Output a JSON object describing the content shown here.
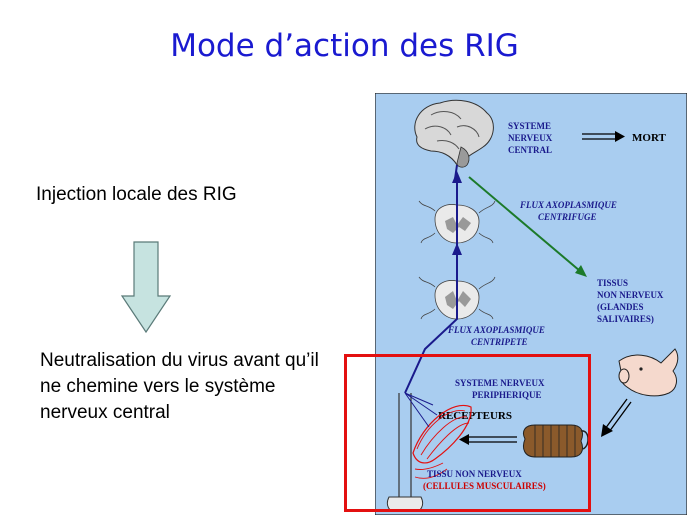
{
  "slide": {
    "title": "Mode d’action des RIG",
    "step1": "Injection locale des RIG",
    "step2": "Neutralisation du virus avant qu’il ne chemine vers le système nerveux central"
  },
  "diagram": {
    "cns_lines": [
      "SYSTEME",
      "NERVEUX",
      "CENTRAL"
    ],
    "death": "MORT",
    "flux_centrifuge_lines": [
      "FLUX AXOPLASMIQUE",
      "CENTRIFUGE"
    ],
    "tissue_lines": [
      "TISSUS",
      "NON NERVEUX",
      "(GLANDES",
      "SALIVAIRES)"
    ],
    "flux_centripete_lines": [
      "FLUX AXOPLASMIQUE",
      "CENTRIPETE"
    ],
    "pns_lines": [
      "SYSTEME NERVEUX",
      "PERIPHERIQUE"
    ],
    "receptors": "RECEPTEURS",
    "nonnerve_tissue": "TISSU NON NERVEUX",
    "muscle_cells": "(CELLULES MUSCULAIRES)"
  },
  "colors": {
    "title": "#1a1ad0",
    "panel_bg": "#a9cdf0",
    "highlight": "#e31010",
    "arrow_fill": "#c6e3e0"
  }
}
